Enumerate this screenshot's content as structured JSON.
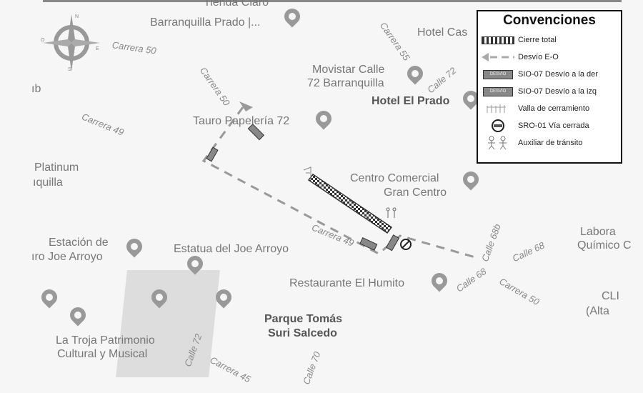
{
  "map": {
    "labels": {
      "tienda_claro": "Tienda Claro",
      "barranquilla_prado": "Barranquilla Prado |...",
      "hotel_cas": "Hotel Cas",
      "movistar_1": "Movistar Calle",
      "movistar_2": "72 Barranquilla",
      "hotel_el_prado": "Hotel El Prado",
      "ib": "ıb",
      "tauro": "Tauro Papelería 72",
      "platinum_1": "Platinum",
      "platinum_2": "ıquilla",
      "centro_1": "Centro Comercial",
      "centro_2": "Gran Centro",
      "estacion_1": "Estación de",
      "estacion_2": "ıro Joe Arroyo",
      "estatua": "Estatua del Joe Arroyo",
      "labora_1": "Labora",
      "labora_2": "Químico C",
      "restaurante": "Restaurante El Humito",
      "cli_1": "CLI",
      "cli_2": "(Alta",
      "parque_1": "Parque Tomás",
      "parque_2": "Suri Salcedo",
      "troja_1": "La Troja Patrimonio",
      "troja_2": "Cultural y Musical"
    },
    "streets": {
      "carrera55": "Carrera 55",
      "carrera50_a": "Carrera 50",
      "carrera50_b": "Carrera 50",
      "calle72_a": "Calle 72",
      "carrera49_a": "Carrera 49",
      "carrera49_b": "Carrera 49",
      "calle68b": "Calle 68b",
      "calle68_a": "Calle 68",
      "calle68_b": "Calle 68",
      "carrera50_c": "Carrera 50",
      "calle72_b": "Calle 72",
      "carrera45": "Carrera 45",
      "calle70": "Calle 70"
    },
    "compass": {
      "n": "N",
      "s": "S",
      "e": "E",
      "o": "O"
    }
  },
  "legend": {
    "title": "Convenciones",
    "items": [
      {
        "icon": "closure-checker-icon",
        "label": "Cierre total"
      },
      {
        "icon": "dashed-arrow-icon",
        "label": "Desvío E-O"
      },
      {
        "icon": "detour-right-sign-icon",
        "label": "SIO-07 Desvío a la der",
        "sign": "DESVIO"
      },
      {
        "icon": "detour-left-sign-icon",
        "label": "SIO-07 Desvío a la izq",
        "sign": "DESVIO"
      },
      {
        "icon": "fence-icon",
        "label": "Valla de cerramiento"
      },
      {
        "icon": "no-entry-icon",
        "label": "SRO-01 Vía cerrada"
      },
      {
        "icon": "traffic-assistant-icon",
        "label": "Auxiliar de tránsito"
      }
    ]
  },
  "colors": {
    "detour": "#999999",
    "closure": "#333333"
  }
}
